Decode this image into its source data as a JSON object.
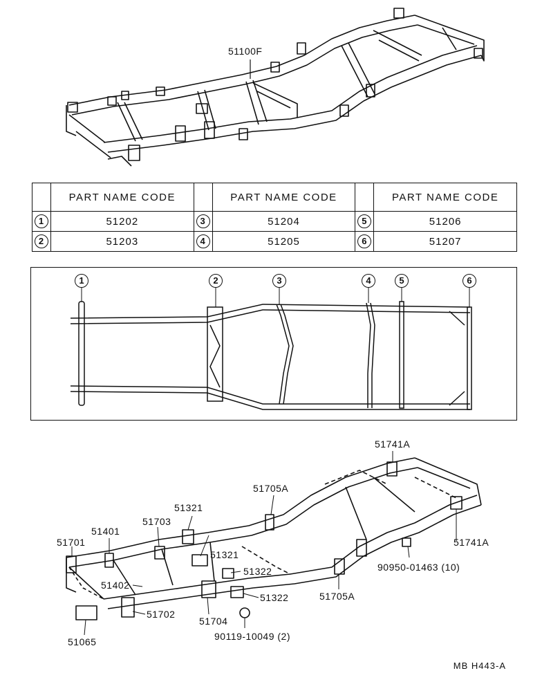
{
  "top_label": "51100F",
  "table": {
    "header": "PART NAME CODE",
    "rows": [
      [
        {
          "n": "1",
          "code": "51202"
        },
        {
          "n": "3",
          "code": "51204"
        },
        {
          "n": "5",
          "code": "51206"
        }
      ],
      [
        {
          "n": "2",
          "code": "51203"
        },
        {
          "n": "4",
          "code": "51205"
        },
        {
          "n": "6",
          "code": "51207"
        }
      ]
    ]
  },
  "crossmembers": [
    "1",
    "2",
    "3",
    "4",
    "5",
    "6"
  ],
  "bottom_labels": {
    "l51741A_top": "51741A",
    "l51741A_right": "51741A",
    "l51705A_top": "51705A",
    "l51705A_bottom": "51705A",
    "l51321_a": "51321",
    "l51321_b": "51321",
    "l51703": "51703",
    "l51401": "51401",
    "l51701": "51701",
    "l51322_a": "51322",
    "l51322_b": "51322",
    "l51402": "51402",
    "l51702": "51702",
    "l51704": "51704",
    "l51065": "51065",
    "l90119": "90119-10049 (2)",
    "l90950": "90950-01463 (10)"
  },
  "footer": "MB  H443-A"
}
